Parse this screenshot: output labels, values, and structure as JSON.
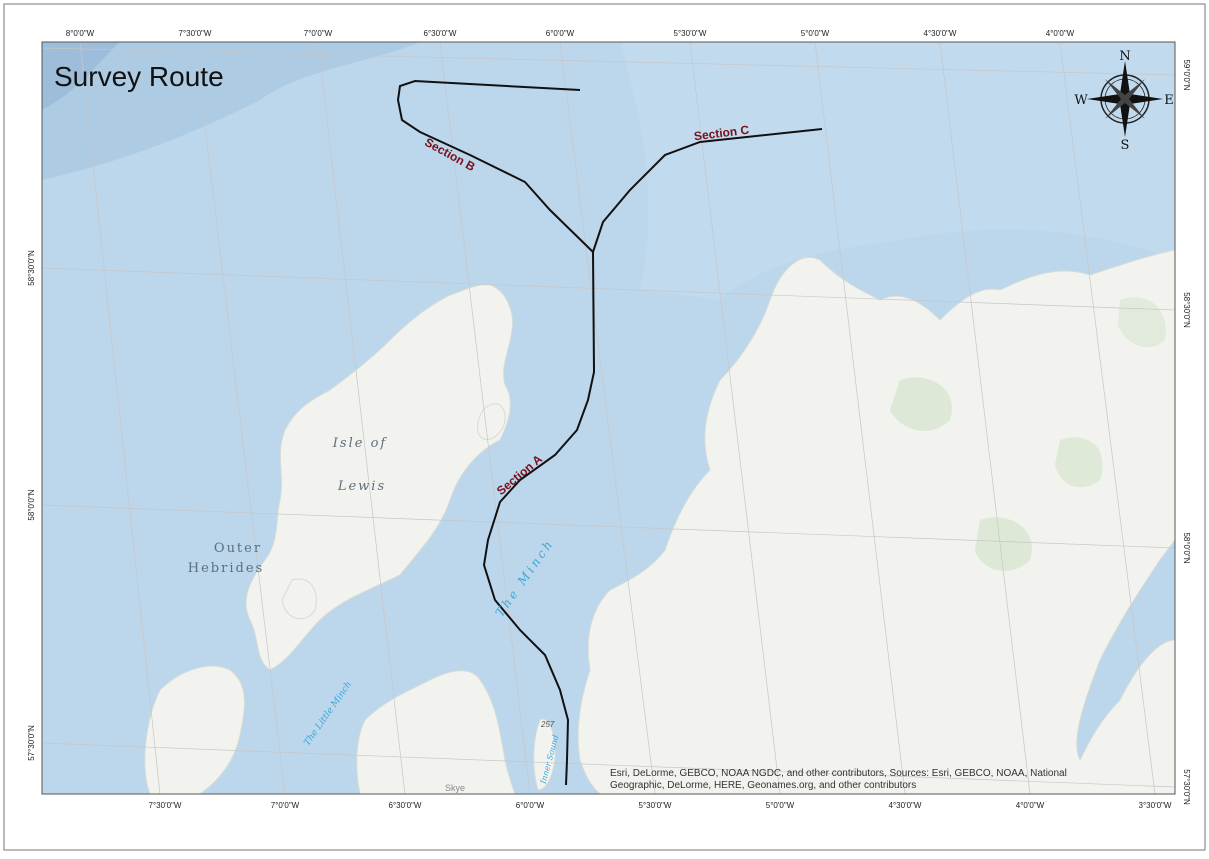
{
  "map": {
    "title": "Survey Route",
    "top_ticks": [
      "8°0'0\"W",
      "7°30'0\"W",
      "7°0'0\"W",
      "6°30'0\"W",
      "6°0'0\"W",
      "5°30'0\"W",
      "5°0'0\"W",
      "4°30'0\"W",
      "4°0'0\"W"
    ],
    "bottom_ticks": [
      "7°30'0\"W",
      "7°0'0\"W",
      "6°30'0\"W",
      "6°0'0\"W",
      "5°30'0\"W",
      "5°0'0\"W",
      "4°30'0\"W",
      "4°0'0\"W",
      "3°30'0\"W"
    ],
    "left_ticks": [
      "58°30'0\"N",
      "58°0'0\"N",
      "57°30'0\"N"
    ],
    "right_ticks": [
      "59°0'0\"N",
      "58°30'0\"N",
      "58°0'0\"N",
      "57°30'0\"N"
    ],
    "section_labels": [
      "Section A",
      "Section B",
      "Section C"
    ],
    "place_labels": {
      "isle_of_lewis_1": "Isle of",
      "isle_of_lewis_2": "Lewis",
      "outer_hebrides_1": "Outer",
      "outer_hebrides_2": "Hebrides",
      "the_minch": "The Minch",
      "little_minch": "The Little Minch",
      "inner_sound": "Inner Sound",
      "skye": "Skye",
      "depth": "257"
    },
    "compass": {
      "n": "N",
      "s": "S",
      "e": "E",
      "w": "W"
    },
    "attribution_1": "Esri, DeLorme, GEBCO, NOAA NGDC, and other contributors, Sources: Esri, GEBCO, NOAA, National",
    "attribution_2": "Geographic, DeLorme, HERE, Geonames.org, and other contributors",
    "colors": {
      "sea": "#bcd6eb",
      "deep_sea": "#a9c8e2",
      "land": "#f2f2ee",
      "route": "#111111",
      "section_label": "#7a0f1a",
      "water_label": "#3aa8d8"
    }
  }
}
